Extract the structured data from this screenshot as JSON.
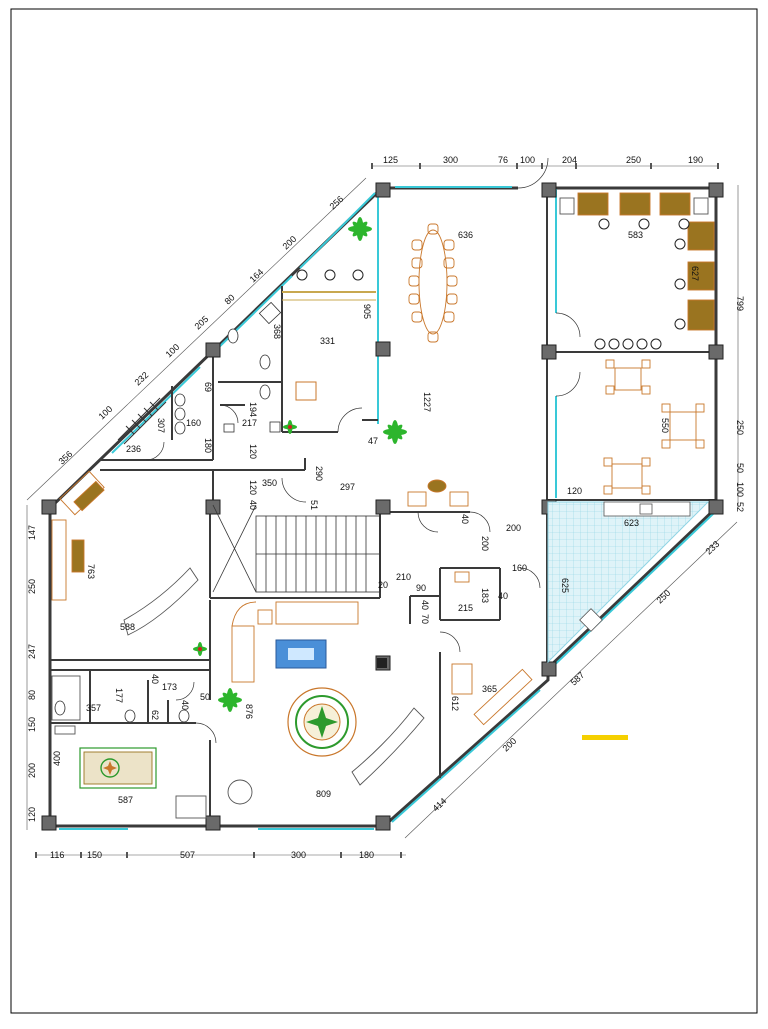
{
  "dimensions": {
    "top": [
      "125",
      "300",
      "76",
      "100",
      "204",
      "250",
      "190"
    ],
    "bottom": [
      "116",
      "150",
      "507",
      "300",
      "180"
    ],
    "left": [
      "147",
      "250",
      "247",
      "80",
      "150",
      "200",
      "120"
    ],
    "right": [
      "799",
      "250",
      "50",
      "100",
      "52"
    ],
    "diag_left": [
      "256",
      "200",
      "164",
      "80",
      "205",
      "100",
      "232",
      "100",
      "356"
    ],
    "diag_right": [
      "233",
      "250",
      "587",
      "200",
      "414"
    ],
    "inner": {
      "d636": "636",
      "d583": "583",
      "d627": "627",
      "d905": "905",
      "d368": "368",
      "d331": "331",
      "d69": "69",
      "d307": "307",
      "d160a": "160",
      "d217": "217",
      "d194": "194",
      "d236": "236",
      "d180": "180",
      "d120a": "120",
      "d1227": "1227",
      "d47": "47",
      "d550": "550",
      "d290": "290",
      "d350": "350",
      "d297": "297",
      "d120b": "120",
      "d40a": "40",
      "d51": "51",
      "d40b": "40",
      "d623": "623",
      "d763": "763",
      "d200a": "200",
      "d210": "210",
      "d20": "20",
      "d160b": "160",
      "d90": "90",
      "d183": "183",
      "d40c": "40",
      "d625": "625",
      "d40d": "40",
      "d70": "70",
      "d215": "215",
      "d588": "588",
      "d173": "173",
      "d177": "177",
      "d40e": "40",
      "d50": "50",
      "d876": "876",
      "d612": "612",
      "d365": "365",
      "d357": "357",
      "d62": "62",
      "d40f": "40",
      "d400": "400",
      "d809": "809",
      "d587": "587",
      "d120c": "120"
    }
  },
  "colors": {
    "wall": "#3a3a3a",
    "column": "#6a6a6a",
    "glass": "#39c9d8",
    "furniture": "#c9772b",
    "furniture_fill": "#9a7420",
    "tile": "#8fd4e4",
    "plant": "#2db52d",
    "rug": "#4a8fd8",
    "dim_line": "#555555"
  },
  "icons": [
    "column-marker-icon",
    "plant-icon",
    "chair-icon",
    "door-swing-icon",
    "stair-icon",
    "rug-medallion-icon"
  ]
}
